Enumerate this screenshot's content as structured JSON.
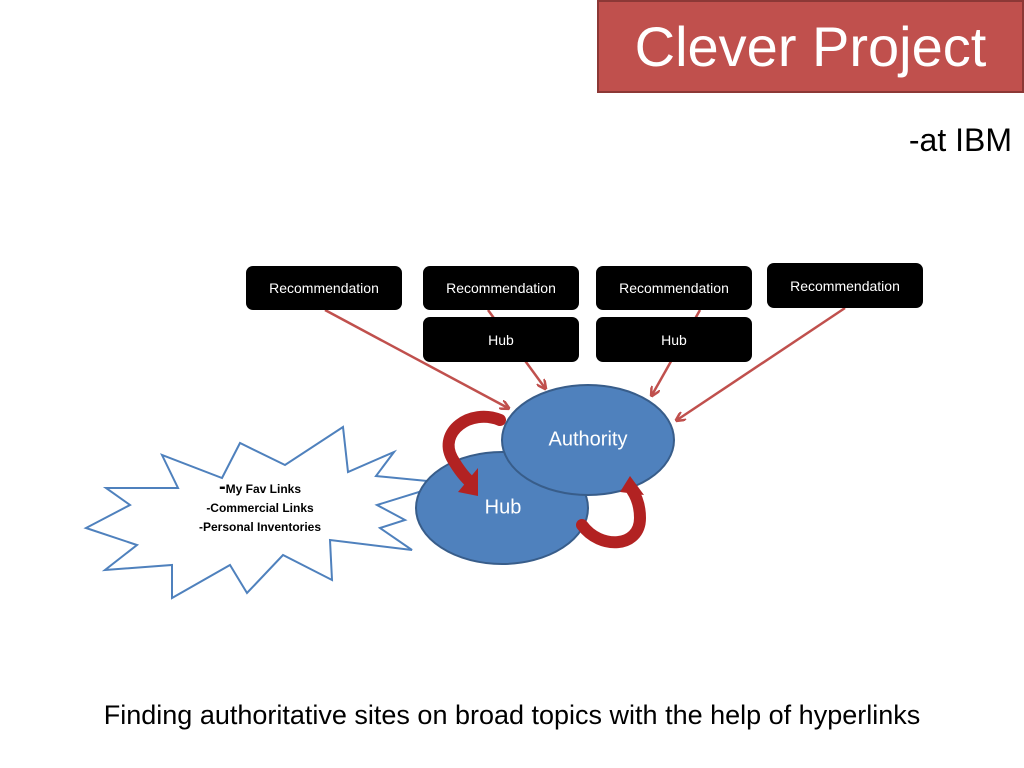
{
  "title": "Clever Project",
  "subtitle": "-at IBM",
  "boxes": {
    "rec1": "Recommendation",
    "rec2": "Recommendation",
    "rec3": "Recommendation",
    "rec4": "Recommendation",
    "hub1": "Hub",
    "hub2": "Hub"
  },
  "nodes": {
    "authority": "Authority",
    "hub": "Hub"
  },
  "burst": {
    "dash": "-",
    "line1": "My Fav Links",
    "line2": "-Commercial Links",
    "line3": "-Personal Inventories"
  },
  "caption": "Finding authoritative sites on broad topics with the help of hyperlinks",
  "colors": {
    "title_fill": "#c0504d",
    "node_fill": "#4f81bd",
    "arrow": "#c0504d",
    "curved_arrow": "#b22222",
    "burst_stroke": "#4f81bd"
  }
}
